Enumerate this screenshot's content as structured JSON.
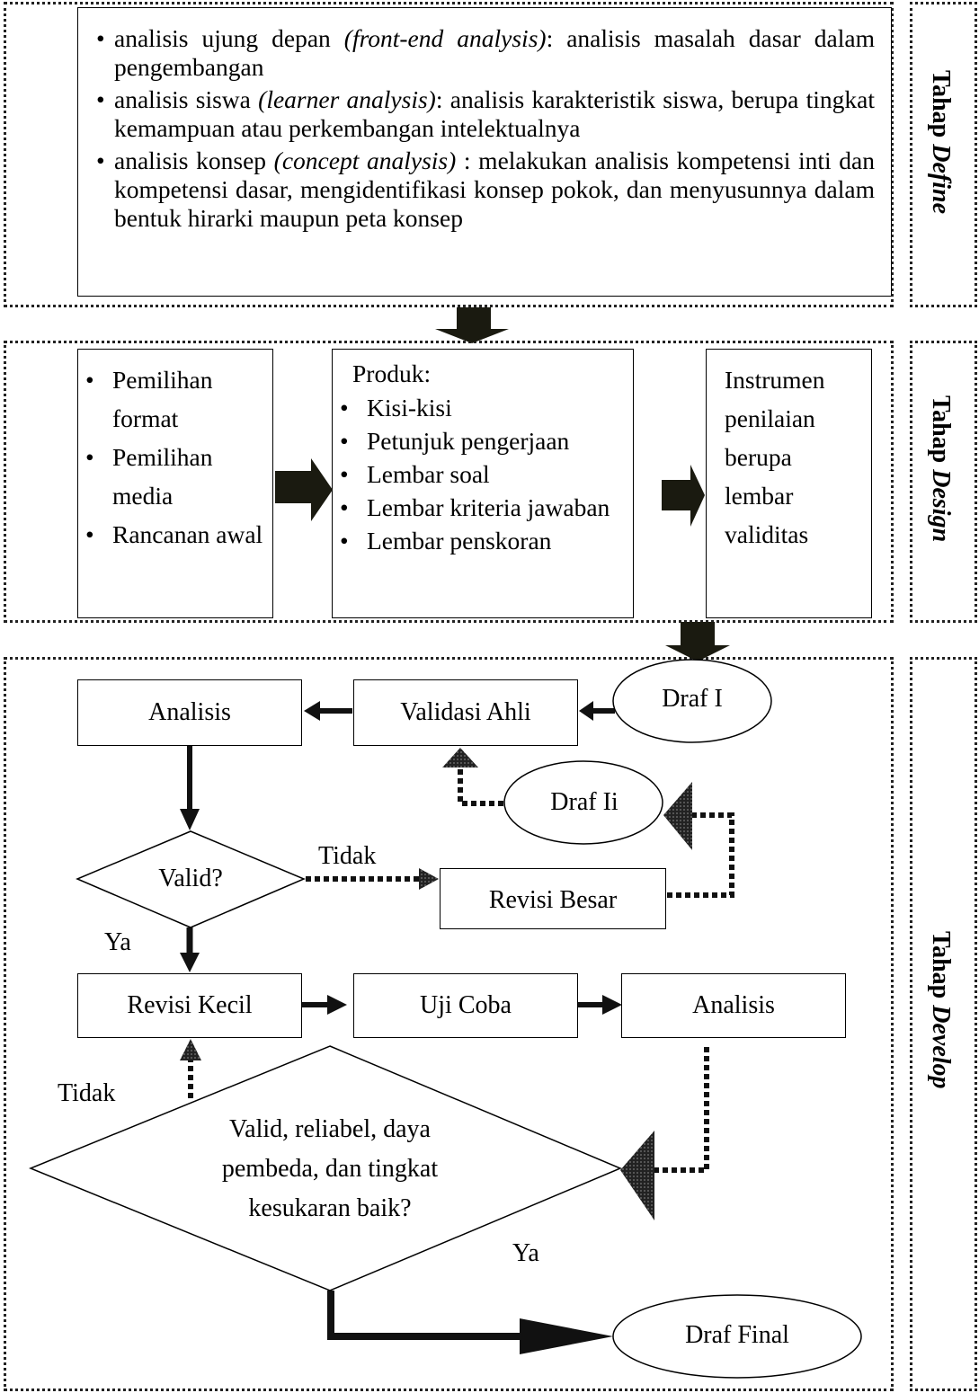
{
  "define": {
    "items": [
      {
        "pre": "analisis ujung depan ",
        "em": "(front-end analysis)",
        "post": ": analisis masalah dasar dalam pengembangan"
      },
      {
        "pre": "analisis siswa ",
        "em": "(learner analysis)",
        "post": ": analisis karakteristik siswa, berupa tingkat kemampuan atau perkembangan intelektualnya"
      },
      {
        "pre": "analisis konsep ",
        "em": "(concept analysis)",
        "post": " : melakukan analisis kompetensi inti dan kompetensi dasar, mengidentifikasi konsep pokok, dan menyusunnya dalam bentuk hirarki maupun peta konsep"
      }
    ],
    "stage_prefix": "Tahap ",
    "stage_em": "Define"
  },
  "design": {
    "left_items": [
      "Pemilihan format",
      "Pemilihan media",
      "Rancanan awal"
    ],
    "product_heading": "Produk:",
    "product_items": [
      "Kisi-kisi",
      "Petunjuk pengerjaan",
      "Lembar soal",
      "Lembar kriteria jawaban",
      "Lembar penskoran"
    ],
    "instrument_text": "Instrumen penilaian berupa lembar validitas",
    "stage_prefix": "Tahap ",
    "stage_em": "Design"
  },
  "develop": {
    "analisis_1": "Analisis",
    "validasi_ahli": "Validasi Ahli",
    "draf_1": "Draf I",
    "draf_2": "Draf Ii",
    "valid_question": "Valid?",
    "tidak_1": "Tidak",
    "revisi_besar": "Revisi Besar",
    "ya_1": "Ya",
    "revisi_kecil": "Revisi Kecil",
    "uji_coba": "Uji Coba",
    "analisis_2": "Analisis",
    "tidak_2": "Tidak",
    "final_question": "Valid, reliabel, daya pembeda, dan tingkat kesukaran baik?",
    "ya_2": "Ya",
    "draf_final": "Draf Final",
    "stage_prefix": "Tahap ",
    "stage_em": "Develop"
  }
}
